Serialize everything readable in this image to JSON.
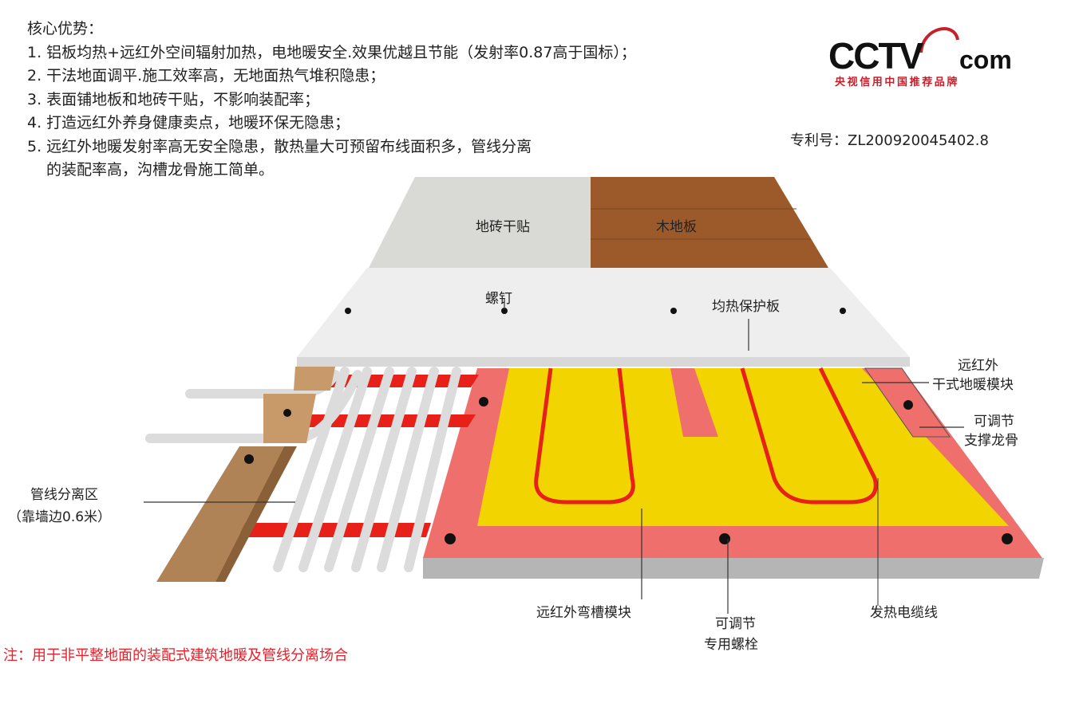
{
  "advantages": {
    "title": "核心优势：",
    "items": [
      "1. 铝板均热+远红外空间辐射加热，电地暖安全.效果优越且节能（发射率0.87高于国标）；",
      "2. 干法地面调平.施工效率高，无地面热气堆积隐患；",
      "3. 表面铺地板和地砖干贴，不影响装配率；",
      "4. 打造远红外养身健康卖点，地暖环保无隐患；",
      "5. 远红外地暖发射率高无安全隐患，散热量大可预留布线面积多，管线分离"
    ],
    "continuation": "的装配率高，沟槽龙骨施工简单。"
  },
  "logo": {
    "brand": "CCTV",
    "suffix": "com",
    "subtitle": "央视信用中国推荐品牌"
  },
  "patent": "专利号：ZL200920045402.8",
  "labels": {
    "tile": "地砖干贴",
    "wood": "木地板",
    "screw": "螺钉",
    "board": "均热保护板",
    "module_line1": "远红外",
    "module_line2": "干式地暖模块",
    "keel_line1": "可调节",
    "keel_line2": "支撑龙骨",
    "pipe_zone_line1": "管线分离区",
    "pipe_zone_line2": "（靠墙边0.6米）",
    "groove_module": "远红外弯槽模块",
    "bolt_line1": "可调节",
    "bolt_line2": "专用螺栓",
    "cable": "发热电缆线"
  },
  "note": "注：用于非平整地面的装配式建筑地暖及管线分离场合",
  "colors": {
    "tile": "#d9d9d6",
    "wood": "#9c5a2a",
    "board": "#eeeeee",
    "module_red": "#ef6f6c",
    "module_yellow": "#f2d400",
    "cable": "#e8201a",
    "base_gray": "#b5b5b5",
    "note_red": "#e8202a",
    "logo_red": "#c8202a"
  }
}
